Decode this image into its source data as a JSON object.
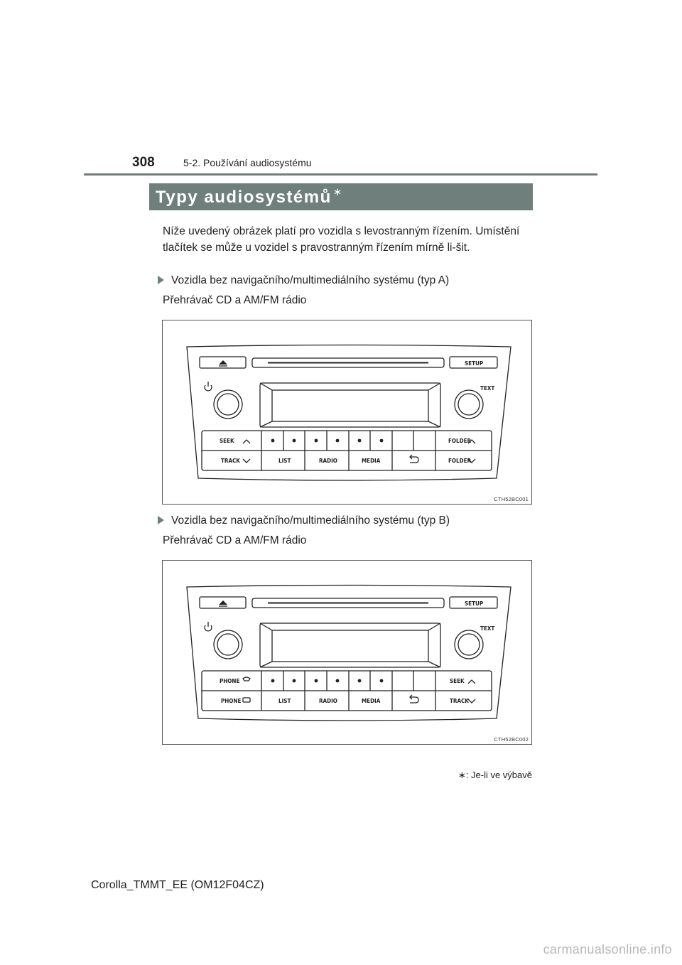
{
  "header": {
    "page_number": "308",
    "section": "5-2. Používání audiosystému"
  },
  "title": {
    "text": "Typy audiosystémů",
    "marker": "∗"
  },
  "intro": "Níže uvedený obrázek platí pro vozidla s levostranným řízením. Umístění tlačítek se může u vozidel s pravostranným řízením mírně li-šit.",
  "sections": [
    {
      "heading": "Vozidla bez navigačního/multimediálního systému (typ A)",
      "subheading": "Přehrávač CD a AM/FM rádio",
      "figure": {
        "code": "CTH52BC001",
        "labels": {
          "setup": "SETUP",
          "text": "TEXT",
          "upper_left": "SEEK",
          "upper_right": "FOLDER",
          "lower_left": "TRACK",
          "list": "LIST",
          "radio": "RADIO",
          "media": "MEDIA",
          "lower_right": "FOLDER"
        }
      }
    },
    {
      "heading": "Vozidla bez navigačního/multimediálního systému (typ B)",
      "subheading": "Přehrávač CD a AM/FM rádio",
      "figure": {
        "code": "CTH52BC002",
        "labels": {
          "setup": "SETUP",
          "text": "TEXT",
          "upper_left": "PHONE",
          "upper_right": "SEEK",
          "lower_left": "PHONE",
          "list": "LIST",
          "radio": "RADIO",
          "media": "MEDIA",
          "lower_right": "TRACK"
        }
      }
    }
  ],
  "footnote": {
    "marker": "∗",
    "text": ": Je-li ve výbavě"
  },
  "footer": "Corolla_TMMT_EE (OM12F04CZ)",
  "watermark": "carmanualsonline.info"
}
